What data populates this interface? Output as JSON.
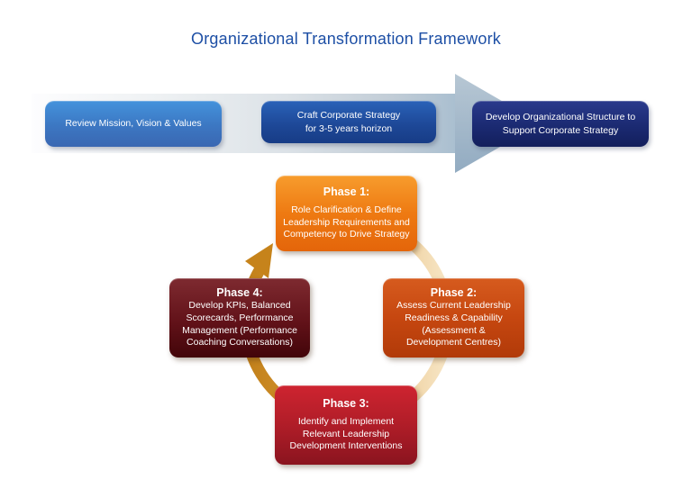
{
  "title": {
    "text": "Organizational Transformation Framework",
    "color": "#1D4FA5"
  },
  "process_arrow": {
    "direction": "left-to-right",
    "band_color_start": "#FBFCFC",
    "band_color_end": "#AABFD0",
    "arrowhead_color": "#9DB3C6",
    "steps": [
      {
        "label": "Review Mission, Vision & Values",
        "color_top": "#4493DC",
        "color_bottom": "#3A67B2"
      },
      {
        "label": "Craft Corporate Strategy\nfor 3-5 years horizon",
        "color_top": "#2A62B8",
        "color_bottom": "#173C86"
      },
      {
        "label": "Develop Organizational  Structure to\nSupport Corporate Strategy",
        "color_top": "#2A3A8C",
        "color_bottom": "#131F5C"
      }
    ]
  },
  "cycle": {
    "direction": "clockwise",
    "ring_color_left": "#C2801A",
    "ring_color_right": "#F7E6C6",
    "arrowhead_color": "#C6831B",
    "phases": [
      {
        "title": "Phase 1:",
        "body": "Role Clarification & Define\nLeadership Requirements and\nCompetency to Drive Strategy",
        "color_top": "#F79C2D",
        "color_bottom": "#E4650A"
      },
      {
        "title": "Phase 2:",
        "body": "Assess Current Leadership\nReadiness & Capability\n(Assessment &\nDevelopment Centres)",
        "color_top": "#D65B1E",
        "color_bottom": "#B13A09"
      },
      {
        "title": "Phase 3:",
        "body": "Identify and Implement\nRelevant Leadership\nDevelopment Interventions",
        "color_top": "#CE2430",
        "color_bottom": "#8A141F"
      },
      {
        "title": "Phase 4:",
        "body": "Develop KPIs, Balanced\nScorecards, Performance\nManagement (Performance\nCoaching Conversations)",
        "color_top": "#7E2A30",
        "color_bottom": "#420509"
      }
    ]
  }
}
